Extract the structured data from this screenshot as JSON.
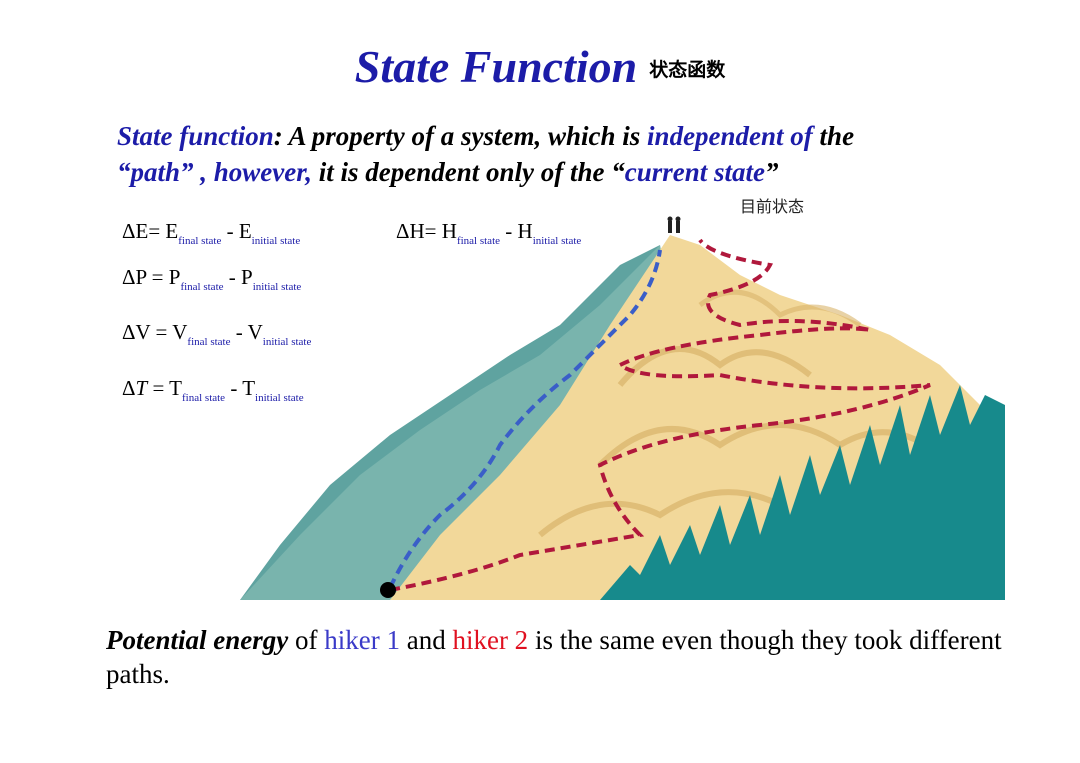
{
  "title": {
    "main": "State Function",
    "chinese": "状态函数"
  },
  "definition": {
    "term": "State function",
    "colon": ":",
    "text1": "  A property of a system, which is ",
    "independent": "independent of",
    "the": "  the",
    "path": "“path” , however,",
    "text2": "  it is dependent only of the “",
    "current": "current state",
    "close": "”"
  },
  "note_chinese": "目前状态",
  "equations": {
    "final": "final state",
    "initial": "initial state",
    "dE": {
      "lhs": "ΔE= E",
      "mid": " - E"
    },
    "dH": {
      "lhs": "ΔH= H",
      "mid": " - H"
    },
    "dP": {
      "lhs": "ΔP = P",
      "mid": " - P"
    },
    "dV": {
      "lhs": "ΔV = V",
      "mid": " - V"
    },
    "dT": {
      "delta": "Δ",
      "var": "T",
      "lhs": " = T",
      "mid": " - T"
    }
  },
  "bottom": {
    "bold": "Potential energy",
    "t1": " of ",
    "hiker1": "hiker 1",
    "t2": " and ",
    "hiker2": "hiker 2",
    "t3": " is the same even though they took different paths."
  },
  "colors": {
    "title_blue": "#1c1ca8",
    "path_blue": "#3a5ec8",
    "path_red": "#b0183c",
    "forest": "#178a8c",
    "mountain": "#f2d89a"
  }
}
